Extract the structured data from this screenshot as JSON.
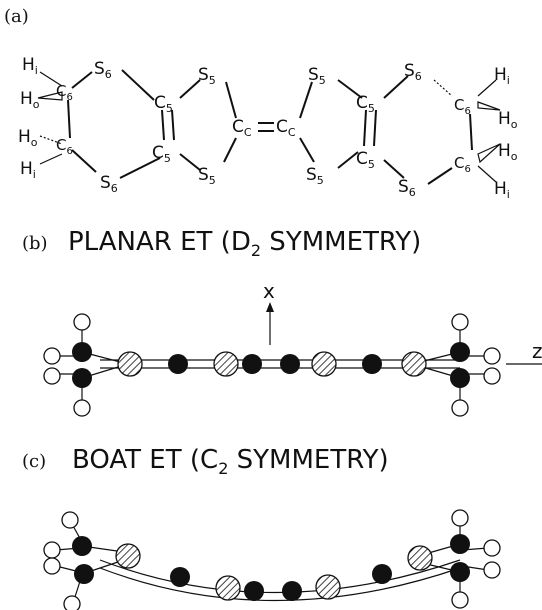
{
  "panels": {
    "a": {
      "tag": "(a)"
    },
    "b": {
      "tag": "(b)",
      "title_main": "PLANAR ET (D",
      "title_sub": "2",
      "title_tail": " SYMMETRY)",
      "axis_x": "x",
      "axis_z": "z"
    },
    "c": {
      "tag": "(c)",
      "title_main": "BOAT ET (C",
      "title_sub": "2",
      "title_tail": " SYMMETRY)"
    }
  },
  "atoms": {
    "h_inner": {
      "base": "H",
      "sub": "i"
    },
    "h_outer": {
      "base": "H",
      "sub": "o"
    },
    "c6": {
      "base": "C",
      "sub": "6"
    },
    "c5": {
      "base": "C",
      "sub": "5"
    },
    "cc": {
      "base": "C",
      "sub": "C"
    },
    "s6": {
      "base": "S",
      "sub": "6"
    },
    "s5": {
      "base": "S",
      "sub": "5"
    }
  },
  "legend_colors": {
    "carbon": "#111111",
    "sulfur_hatch": "#111111",
    "hydrogen": "#ffffff"
  }
}
